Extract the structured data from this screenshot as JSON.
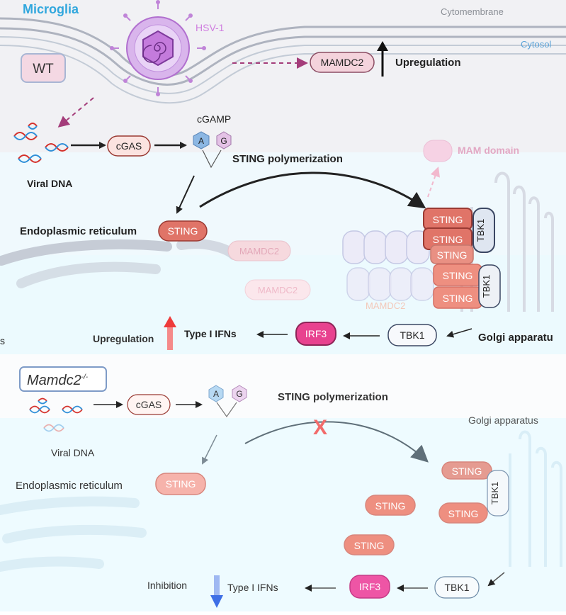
{
  "header": {
    "cell_type": "Microglia",
    "membrane_label": "Cytomembrane",
    "cytosol_label": "Cytosol",
    "virus_label": "HSV-1"
  },
  "wt_panel": {
    "badge": "WT",
    "mamdc2_label": "MAMDC2",
    "upregulation_label": "Upregulation",
    "viral_dna_label": "Viral DNA",
    "cgas_label": "cGAS",
    "cgamp_label": "cGAMP",
    "nucleotide_a": "A",
    "nucleotide_g": "G",
    "polymerization_label": "STING polymerization",
    "mam_domain_label": "MAM domain",
    "er_label": "Endoplasmic reticulum",
    "sting_label": "STING",
    "tbk1_label": "TBK1",
    "er_mamdc2_1": "MAMDC2",
    "er_mamdc2_2": "MAMDC2",
    "golgi_mamdc2": "MAMDC2",
    "golgi_label": "Golgi apparatu",
    "irf3_label": "IRF3",
    "ifn_label": "Type I IFNs",
    "ifn_upregulation": "Upregulation",
    "left_edge_fragment": "s"
  },
  "ko_panel": {
    "badge": "Mamdc2",
    "badge_sup": "-/-",
    "viral_dna_label": "Viral DNA",
    "cgas_label": "cGAS",
    "nucleotide_a": "A",
    "nucleotide_g": "G",
    "polymerization_label": "STING polymerization",
    "block_mark": "X",
    "golgi_label": "Golgi apparatus",
    "er_label": "Endoplasmic reticulum",
    "sting_label": "STING",
    "tbk1_label": "TBK1",
    "irf3_label": "IRF3",
    "ifn_label": "Type I IFNs",
    "inhibition_label": "Inhibition"
  },
  "colors": {
    "sting": "#e07468",
    "sting_dark": "#b9463c",
    "irf3": "#e8428f",
    "tbk1_fill": "#dfe6f1",
    "mamdc2_fill": "#f4d3dc",
    "virus": "#b66ad0",
    "up_arrow": "#ee3b3b",
    "down_arrow": "#3e6fe6",
    "dna_red": "#d5312b",
    "dna_blue": "#2f8fd8"
  }
}
